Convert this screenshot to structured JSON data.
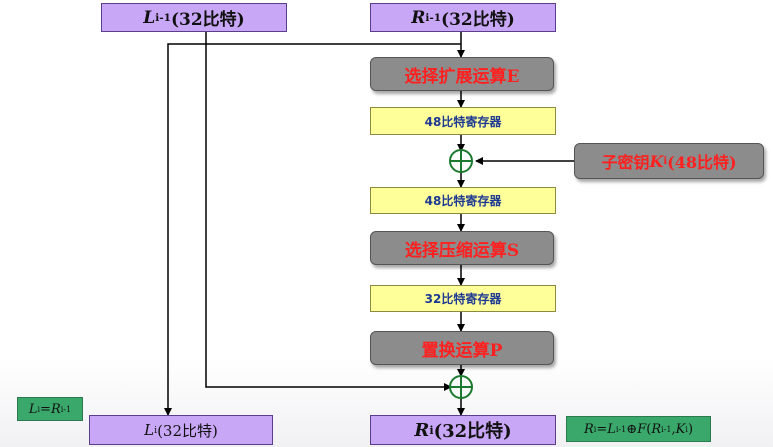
{
  "inputs": {
    "left": {
      "var": "L",
      "sub": "i-1",
      "rest": "(32比特)"
    },
    "right": {
      "var": "R",
      "sub": "i-1",
      "rest": "(32比特)"
    }
  },
  "steps": {
    "expand": "选择扩展运算E",
    "reg48a": "48比特寄存器",
    "subkey": {
      "pre": "子密钥",
      "var": "K",
      "sub": "i",
      "rest": "(48比特)"
    },
    "reg48b": "48比特寄存器",
    "compress": "选择压缩运算S",
    "reg32": "32比特寄存器",
    "permute": "置换运算P"
  },
  "outputs": {
    "left": {
      "var": "L",
      "sub": "i",
      "rest": "(32比特)"
    },
    "right": {
      "var": "R",
      "sub": "i",
      "rest": "(32比特)"
    }
  },
  "formulas": {
    "left": {
      "a": "L",
      "a_sub": "i",
      "eq": "=",
      "b": "R",
      "b_sub": "i-1"
    },
    "right": {
      "a": "R",
      "a_sub": "i",
      "eq": "=",
      "b": "L",
      "b_sub": "i-1",
      "op": " ⊕",
      "f": "F",
      "open": "(",
      "c": "R",
      "c_sub": "i-1",
      "comma": ",",
      "d": "K",
      "d_sub": "i",
      "close": ")"
    }
  },
  "xor_symbol": "⊕",
  "colors": {
    "purple": "#c9a7f7",
    "yellow": "#ffff99",
    "gray": "#8c8c8c",
    "red": "#ff2020",
    "green": "#3aa86b",
    "xor": "#1b7a2e"
  }
}
